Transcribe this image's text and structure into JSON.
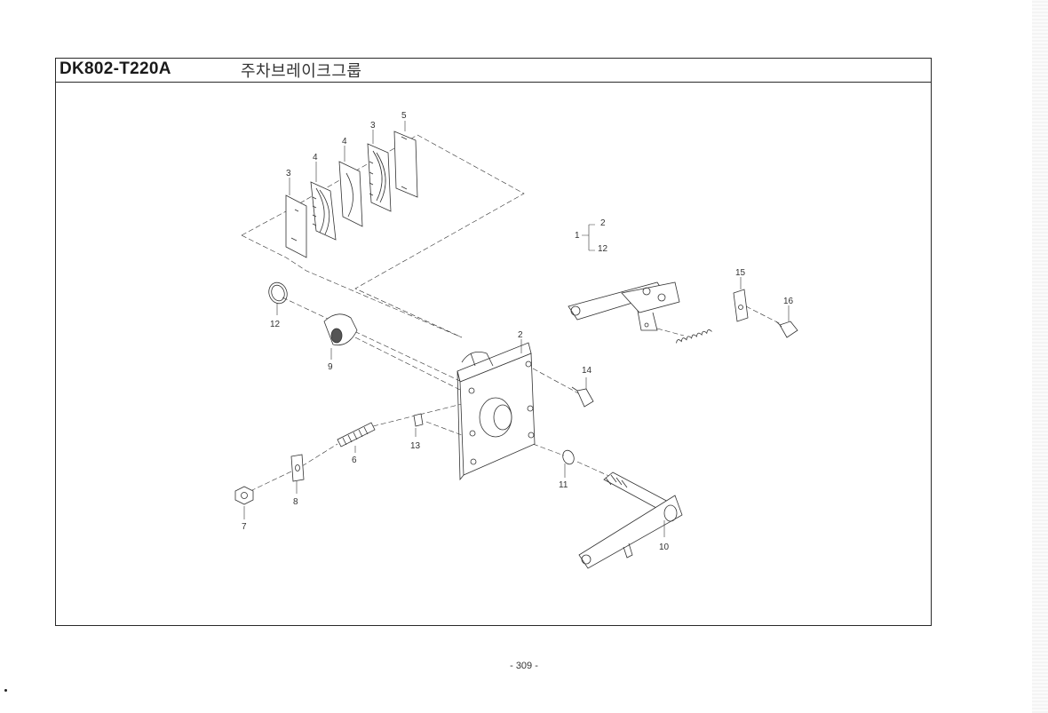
{
  "header": {
    "model_code": "DK802-T220A",
    "group_title": "주차브레이크그룹"
  },
  "diagram": {
    "callouts": {
      "p3a": "3",
      "p4a": "4",
      "p4b": "4",
      "p3b": "3",
      "p5": "5",
      "p2": "2",
      "p1": "1",
      "p12": "12",
      "p12b": "12",
      "p9": "9",
      "p2b": "2",
      "p14": "14",
      "p15": "15",
      "p16": "16",
      "p13": "13",
      "p6": "6",
      "p8": "8",
      "p7": "7",
      "p11": "11",
      "p10": "10"
    }
  },
  "footer": {
    "page_number": "- 309 -"
  }
}
